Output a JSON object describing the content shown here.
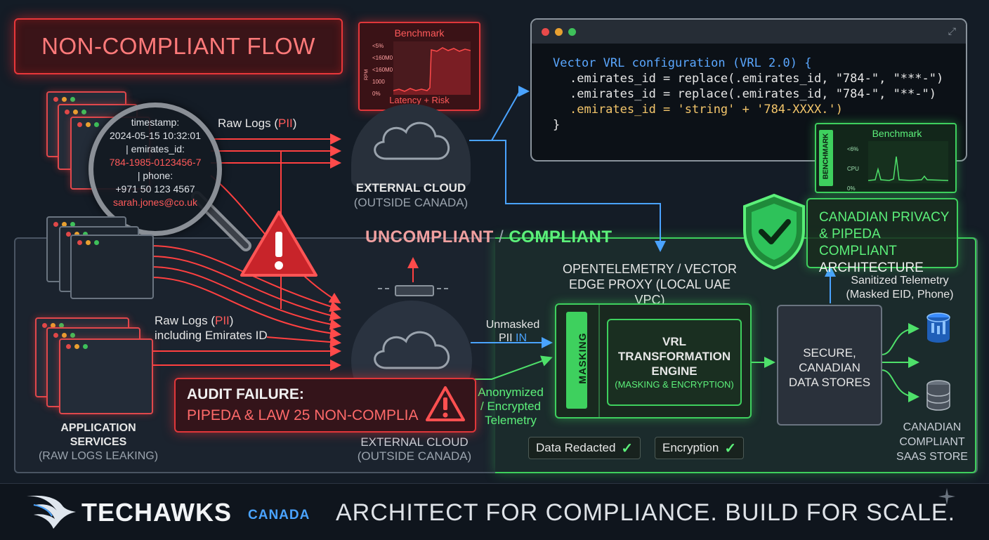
{
  "title": "NON-COMPLIANT FLOW",
  "benchmark_red": {
    "title": "Benchmark",
    "ticks": [
      "<5%",
      "<160M0",
      "<160M0",
      "1000",
      "0%"
    ],
    "ylabel": "RPM",
    "caption": "Latency + Risk"
  },
  "magnifier": {
    "line1": "timestamp:",
    "line2": "2024-05-15 10:32:01",
    "line3": "| emirates_id:",
    "line4": "784-1985-0123456-7",
    "line5": "| phone:",
    "line6": "+971 50 123 4567",
    "line7": "sarah.jones@co.uk"
  },
  "raw_logs_top": {
    "prefix": "Raw Logs (",
    "pii": "PII",
    "suffix": ")"
  },
  "external_cloud_top": {
    "title": "EXTERNAL CLOUD",
    "subtitle": "(OUTSIDE CANADA)"
  },
  "code_window": {
    "line1": "Vector VRL configuration (VRL 2.0) {",
    "line2": ".emirates_id = replace(.emirates_id, \"784-\", \"***-\")",
    "line3": ".emirates_id = replace(.emirates_id, \"784-\", \"**-\")",
    "line4": ".emirates_id = 'string' + '784-XXXX.')",
    "line5": "}"
  },
  "benchmark_green": {
    "title": "Benchmark",
    "side": "BENCHMARK",
    "ticks": [
      "<6%",
      "CPU",
      "0%"
    ]
  },
  "divider": {
    "left": "UNCOMPLIANT",
    "slash": "/",
    "right": "COMPLIANT"
  },
  "compliant_title": {
    "line1": "CANADIAN PRIVACY",
    "line2": "& PIPEDA COMPLIANT",
    "line3": "ARCHITECTURE"
  },
  "edge_proxy": {
    "line1": "OPENTELEMETRY / VECTOR",
    "line2": "EDGE PROXY (LOCAL UAE VPC)"
  },
  "sanitized": {
    "line1": "Sanitized Telemetry",
    "line2": "(Masked EID, Phone)"
  },
  "raw_logs_bottom": {
    "prefix": "Raw Logs (",
    "pii": "PII",
    "suffix": ")",
    "line2": "including Emirates ID"
  },
  "unmasked": {
    "line1": "Unmasked",
    "line2_a": "PII ",
    "line2_b": "IN"
  },
  "anonymized": {
    "line1": "Anonymized",
    "line2": "/ Encrypted",
    "line3": "Telemetry"
  },
  "mask_bar": "MASKING",
  "vrl_engine": {
    "line1": "VRL",
    "line2": "TRANSFORMATION",
    "line3": "ENGINE",
    "line4": "(MASKING & ENCRYPTION)"
  },
  "secure_stores": {
    "line1": "SECURE,",
    "line2": "CANADIAN",
    "line3": "DATA STORES"
  },
  "saas": {
    "line1": "CANADIAN",
    "line2": "COMPLIANT",
    "line3": "SAAS STORE"
  },
  "app_services": {
    "line1": "APPLICATION",
    "line2": "SERVICES",
    "line3": "(RAW LOGS LEAKING)"
  },
  "audit": {
    "line1": "AUDIT FAILURE:",
    "line2": "PIPEDA & LAW 25 NON-COMPLIA"
  },
  "external_cloud_bottom": {
    "title": "EXTERNAL CLOUD",
    "subtitle": "(OUTSIDE CANADA)"
  },
  "chips": {
    "redacted": "Data Redacted",
    "encryption": "Encryption",
    "check": "✓"
  },
  "footer": {
    "brand": "TECHAWKS",
    "region": "CANADA",
    "slogan": "ARCHITECT FOR COMPLIANCE. BUILD FOR SCALE."
  },
  "colors": {
    "danger": "#e0373a",
    "safe": "#3ed05e",
    "accent_blue": "#4aa3ff"
  }
}
